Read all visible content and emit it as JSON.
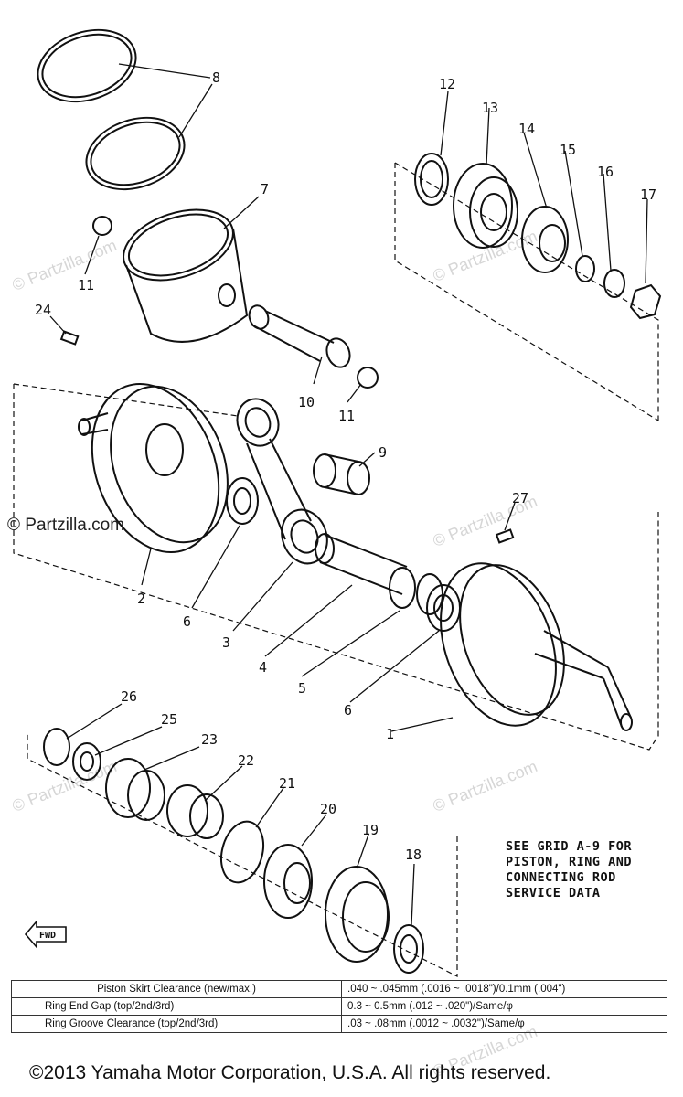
{
  "callouts": [
    {
      "id": "1",
      "label": "1"
    },
    {
      "id": "2",
      "label": "2"
    },
    {
      "id": "3",
      "label": "3"
    },
    {
      "id": "4",
      "label": "4"
    },
    {
      "id": "5",
      "label": "5"
    },
    {
      "id": "6a",
      "label": "6"
    },
    {
      "id": "6b",
      "label": "6"
    },
    {
      "id": "7",
      "label": "7"
    },
    {
      "id": "8",
      "label": "8"
    },
    {
      "id": "9",
      "label": "9"
    },
    {
      "id": "10",
      "label": "10"
    },
    {
      "id": "11a",
      "label": "11"
    },
    {
      "id": "11b",
      "label": "11"
    },
    {
      "id": "12",
      "label": "12"
    },
    {
      "id": "13",
      "label": "13"
    },
    {
      "id": "14",
      "label": "14"
    },
    {
      "id": "15",
      "label": "15"
    },
    {
      "id": "16",
      "label": "16"
    },
    {
      "id": "17",
      "label": "17"
    },
    {
      "id": "18",
      "label": "18"
    },
    {
      "id": "19",
      "label": "19"
    },
    {
      "id": "20",
      "label": "20"
    },
    {
      "id": "21",
      "label": "21"
    },
    {
      "id": "22",
      "label": "22"
    },
    {
      "id": "23",
      "label": "23"
    },
    {
      "id": "24",
      "label": "24"
    },
    {
      "id": "25",
      "label": "25"
    },
    {
      "id": "26",
      "label": "26"
    },
    {
      "id": "27",
      "label": "27"
    }
  ],
  "note": {
    "line1": "SEE GRID A-9 FOR",
    "line2": "PISTON, RING AND",
    "line3": "CONNECTING ROD",
    "line4": "SERVICE DATA"
  },
  "fwd_label": "FWD",
  "watermark_main": "© Partzilla.com",
  "watermark_faint": "© Partzilla.com",
  "spec_table": {
    "rows": [
      {
        "label": "Piston Skirt Clearance (new/max.)",
        "value": ".040 ~ .045mm (.0016 ~ .0018\")/0.1mm (.004\")"
      },
      {
        "label": "Ring End Gap (top/2nd/3rd)",
        "value": "0.3 ~ 0.5mm (.012 ~ .020\")/Same/φ"
      },
      {
        "label": "Ring Groove Clearance (top/2nd/3rd)",
        "value": ".03 ~ .08mm (.0012 ~ .0032\")/Same/φ"
      }
    ]
  },
  "footer": "©2013  Yamaha Motor Corporation, U.S.A. All rights reserved."
}
